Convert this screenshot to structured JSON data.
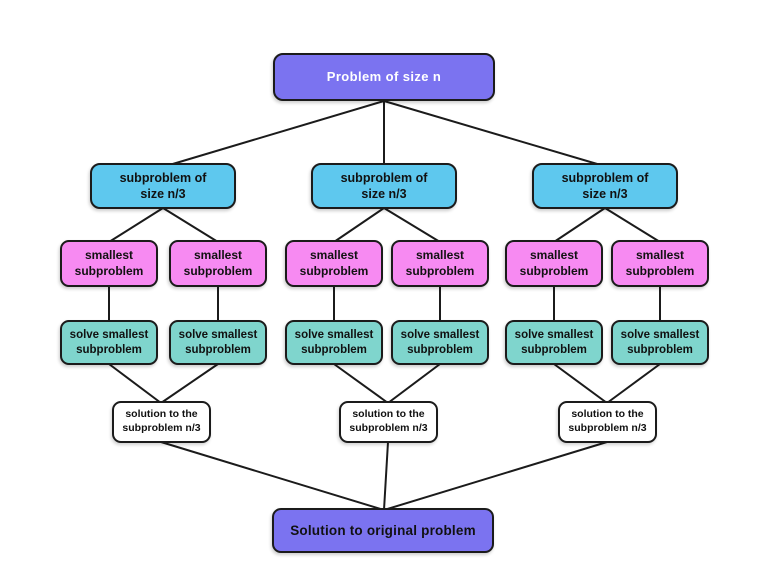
{
  "diagram": {
    "root": {
      "label": "Problem of size n"
    },
    "level1": [
      {
        "line1": "subproblem of",
        "line2": "size n/3"
      },
      {
        "line1": "subproblem of",
        "line2": "size n/3"
      },
      {
        "line1": "subproblem of",
        "line2": "size n/3"
      }
    ],
    "level2": [
      {
        "line1": "smallest",
        "line2": "subproblem"
      },
      {
        "line1": "smallest",
        "line2": "subproblem"
      },
      {
        "line1": "smallest",
        "line2": "subproblem"
      },
      {
        "line1": "smallest",
        "line2": "subproblem"
      },
      {
        "line1": "smallest",
        "line2": "subproblem"
      },
      {
        "line1": "smallest",
        "line2": "subproblem"
      }
    ],
    "level3": [
      {
        "line1": "solve smallest",
        "line2": "subproblem"
      },
      {
        "line1": "solve smallest",
        "line2": "subproblem"
      },
      {
        "line1": "solve smallest",
        "line2": "subproblem"
      },
      {
        "line1": "solve smallest",
        "line2": "subproblem"
      },
      {
        "line1": "solve smallest",
        "line2": "subproblem"
      },
      {
        "line1": "solve smallest",
        "line2": "subproblem"
      }
    ],
    "level4": [
      {
        "line1": "solution to the",
        "line2": "subproblem n/3"
      },
      {
        "line1": "solution to the",
        "line2": "subproblem n/3"
      },
      {
        "line1": "solution to the",
        "line2": "subproblem n/3"
      }
    ],
    "final": {
      "label": "Solution to original problem"
    },
    "colors": {
      "root_fill": "#7b73f0",
      "subproblem_fill": "#5ec8ee",
      "smallest_fill": "#f78af2",
      "solve_fill": "#7fd5cd",
      "solution_fill": "#ffffff",
      "final_fill": "#7b73f0",
      "stroke": "#1b1b1b",
      "root_text": "#ffffff",
      "node_text": "#111111"
    }
  }
}
